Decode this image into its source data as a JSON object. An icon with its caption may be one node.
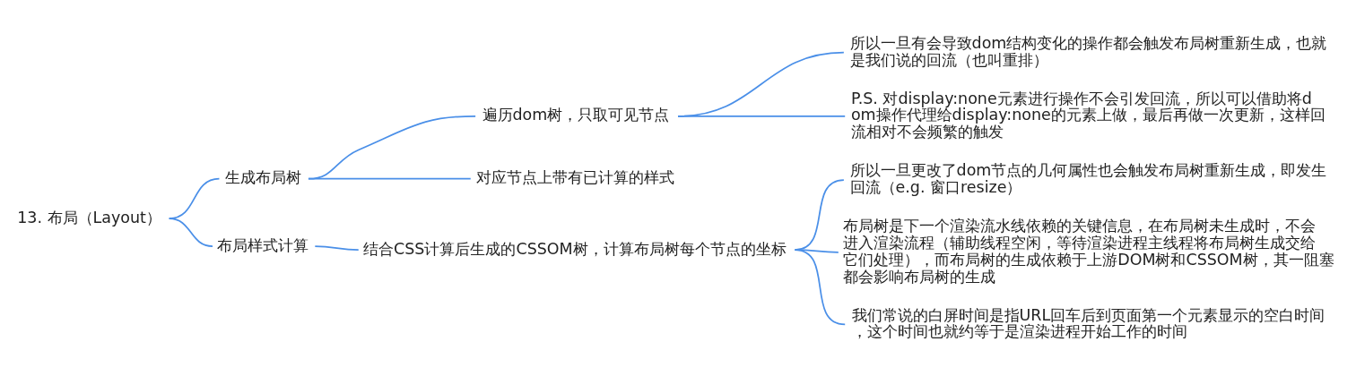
{
  "diagram": {
    "nodes": [
      {
        "text": [
          "13. 布局（Layout）"
        ]
      },
      {
        "text": [
          "生成布局树"
        ]
      },
      {
        "text": [
          "遍历dom树，只取可见节点"
        ]
      },
      {
        "text": [
          "所以一旦有会导致dom结构变化的操作都会触发布局树重新生成，也就是我们说的回流（也叫重排）"
        ]
      },
      {
        "text": [
          "P.S. 对display:none元素进行操作不会引发回流，所以可以借助将dom操作代理给display:none的元素上做，最后再做一次更新，这样回流相对不会频繁的触发"
        ]
      },
      {
        "text": [
          "对应节点上带有已计算的样式"
        ]
      },
      {
        "text": [
          "布局样式计算"
        ]
      },
      {
        "text": [
          "结合CSS计算后生成的CSSOM树，计算布局树每个节点的坐标"
        ]
      },
      {
        "text": [
          "所以一旦更改了dom节点的几何属性也会触发布局树重新生成，即发生回流（e.g. 窗口resize）"
        ]
      },
      {
        "text": [
          "布局树是下一个渲染流水线依赖的关键信息，在布局树未生成时，不会进入渲染流程（辅助线程空闲，等待渲染进程主线程将布局树生成交给它们处理），而布局树的生成依赖于上游DOM树和CSSOM树，其一阻塞都会影响布局树的生成"
        ]
      },
      {
        "text": [
          "我们常说的白屏时间是指URL回车后到页面第一个元素显示的空白时间，这个时间也就约等于是渲染进程开始工作的时间"
        ]
      }
    ],
    "edges": [
      {
        "from": 0,
        "to": 1,
        "arrow": "none"
      },
      {
        "from": 0,
        "to": 6,
        "arrow": "none"
      },
      {
        "from": 1,
        "to": 2,
        "arrow": "none"
      },
      {
        "from": 1,
        "to": 5,
        "arrow": "none"
      },
      {
        "from": 2,
        "to": 3,
        "arrow": "none"
      },
      {
        "from": 2,
        "to": 4,
        "arrow": "none"
      },
      {
        "from": 6,
        "to": 7,
        "arrow": "none"
      },
      {
        "from": 7,
        "to": 8,
        "arrow": "none"
      },
      {
        "from": 7,
        "to": 9,
        "arrow": "none"
      },
      {
        "from": 7,
        "to": 10,
        "arrow": "none"
      }
    ]
  }
}
